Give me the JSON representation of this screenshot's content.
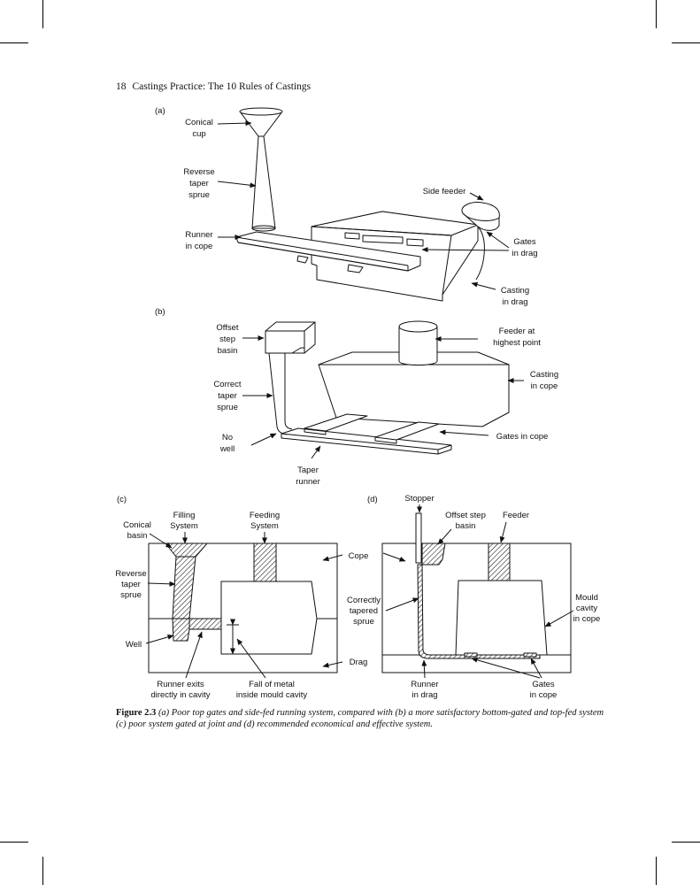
{
  "header": {
    "page_number": "18",
    "book_title": "Castings Practice: The 10 Rules of Castings"
  },
  "panels": {
    "a": {
      "label": "(a)",
      "labels": {
        "conical_cup": [
          "Conical",
          "cup"
        ],
        "reverse_taper_sprue": [
          "Reverse",
          "taper",
          "sprue"
        ],
        "runner_in_cope": [
          "Runner",
          "in cope"
        ],
        "side_feeder": [
          "Side feeder"
        ],
        "gates_in_drag": [
          "Gates",
          "in drag"
        ],
        "casting_in_drag": [
          "Casting",
          "in drag"
        ]
      }
    },
    "b": {
      "label": "(b)",
      "labels": {
        "offset_step_basin": [
          "Offset",
          "step",
          "basin"
        ],
        "correct_taper_sprue": [
          "Correct",
          "taper",
          "sprue"
        ],
        "no_well": [
          "No",
          "well"
        ],
        "taper_runner": [
          "Taper",
          "runner"
        ],
        "feeder_at_highest_point": [
          "Feeder at",
          "highest point"
        ],
        "casting_in_cope": [
          "Casting",
          "in cope"
        ],
        "gates_in_cope": [
          "Gates in cope"
        ]
      }
    },
    "c": {
      "label": "(c)",
      "labels": {
        "conical_basin": [
          "Conical",
          "basin"
        ],
        "filling_system": [
          "Filling",
          "System"
        ],
        "feeding_system": [
          "Feeding",
          "System"
        ],
        "reverse_taper_sprue": [
          "Reverse",
          "taper",
          "sprue"
        ],
        "well": [
          "Well"
        ],
        "runner_exits": [
          "Runner exits",
          "directly in cavity"
        ],
        "fall_of_metal": [
          "Fall of metal",
          "inside mould cavity"
        ],
        "cope": [
          "Cope"
        ],
        "drag": [
          "Drag"
        ]
      }
    },
    "d": {
      "label": "(d)",
      "labels": {
        "stopper": [
          "Stopper"
        ],
        "offset_step_basin": [
          "Offset step",
          "basin"
        ],
        "feeder": [
          "Feeder"
        ],
        "correctly_tapered_sprue": [
          "Correctly",
          "tapered",
          "sprue"
        ],
        "mould_cavity_in_cope": [
          "Mould",
          "cavity",
          "in cope"
        ],
        "runner_in_drag": [
          "Runner",
          "in drag"
        ],
        "gates_in_cope": [
          "Gates",
          "in cope"
        ]
      }
    }
  },
  "caption": {
    "label": "Figure 2.3",
    "text": "(a) Poor top gates and side-fed running system, compared with (b) a more satisfactory bottom-gated and top-fed system (c) poor system gated at joint and (d) recommended economical and effective system."
  }
}
